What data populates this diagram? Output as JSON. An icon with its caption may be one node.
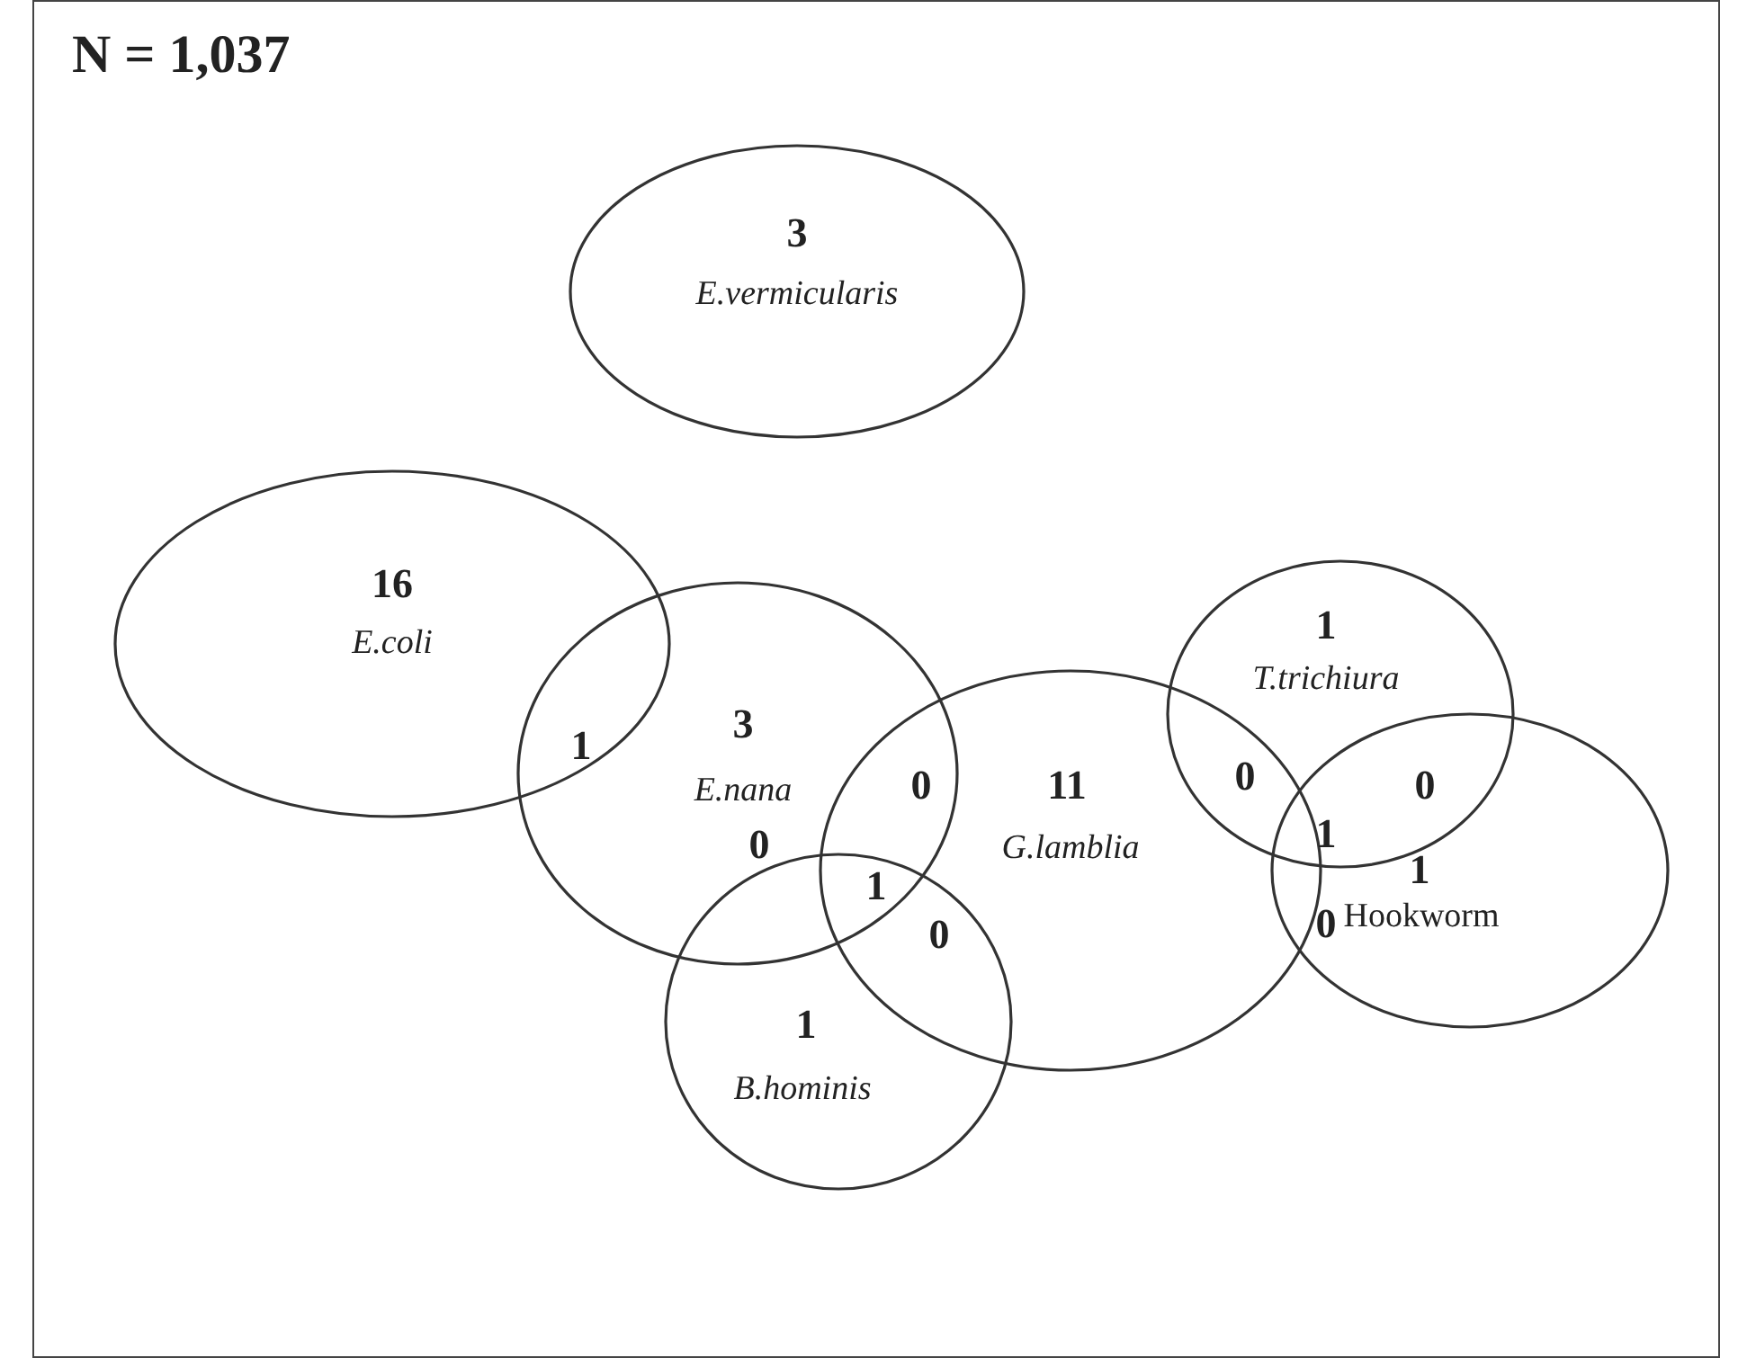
{
  "diagram": {
    "title": "N = 1,037",
    "nodes": [
      {
        "text": [
          "3",
          "E.vermicularis"
        ]
      },
      {
        "text": [
          "16",
          "E.coli"
        ]
      },
      {
        "text": [
          "3",
          "E.nana"
        ]
      },
      {
        "text": [
          "11",
          "G.lamblia"
        ]
      },
      {
        "text": [
          "1",
          "T.trichiura"
        ]
      },
      {
        "text": [
          "1",
          "B.hominis"
        ]
      },
      {
        "text": [
          "1",
          "Hookworm"
        ]
      }
    ],
    "edges": [],
    "labels": [
      "1",
      "0",
      "0",
      "0",
      "0",
      "1",
      "1",
      "0",
      "0"
    ]
  }
}
